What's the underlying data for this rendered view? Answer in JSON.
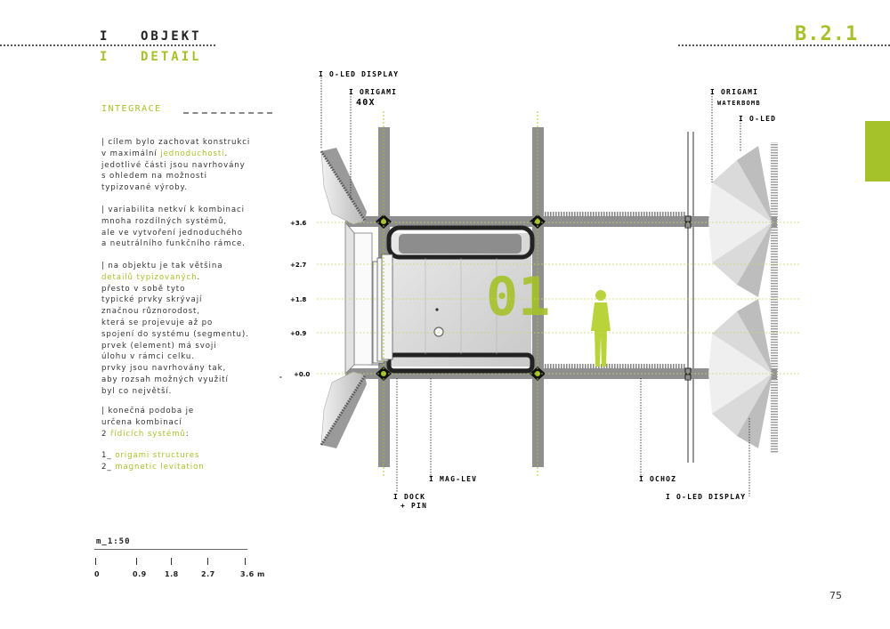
{
  "header": {
    "line1_marker": "I",
    "line1_title": "OBJEKT",
    "line2_marker": "I",
    "line2_title": "DETAIL",
    "page_code": "B.2.1"
  },
  "section_title": "INTEGRACE",
  "paragraphs": [
    {
      "lines": [
        [
          {
            "t": "| cílem bylo zachovat konstrukci"
          }
        ],
        [
          {
            "t": "v maximální "
          },
          {
            "t": "jednoduchosti",
            "hl": true
          },
          {
            "t": "."
          }
        ],
        [
          {
            "t": "jedotlivé části jsou navrhovány"
          }
        ],
        [
          {
            "t": "s ohledem na možnosti"
          }
        ],
        [
          {
            "t": "typizované výroby."
          }
        ]
      ]
    },
    {
      "lines": [
        [
          {
            "t": "| variabilita netkví k kombinaci"
          }
        ],
        [
          {
            "t": "mnoha rozdílných systémů,"
          }
        ],
        [
          {
            "t": "ale ve vytvoření jednoduchého"
          }
        ],
        [
          {
            "t": "a neutrálního funkčního rámce."
          }
        ]
      ]
    },
    {
      "lines": [
        [
          {
            "t": "| na objektu je tak většina"
          }
        ],
        [
          {
            "t": "detailů typizovaných",
            "hl": true
          },
          {
            "t": "."
          }
        ],
        [
          {
            "t": "přesto v sobě tyto"
          }
        ],
        [
          {
            "t": "typické prvky skrývají"
          }
        ],
        [
          {
            "t": "značnou různorodost,"
          }
        ],
        [
          {
            "t": "která se projevuje až po"
          }
        ],
        [
          {
            "t": "spojení do systému (segmentu)."
          }
        ],
        [
          {
            "t": "prvek (element) má svoji"
          }
        ],
        [
          {
            "t": "úlohu v rámci celku."
          }
        ],
        [
          {
            "t": "prvky jsou navrhovány tak,"
          }
        ],
        [
          {
            "t": "aby rozsah možných využití"
          }
        ],
        [
          {
            "t": "byl co největší."
          }
        ]
      ]
    },
    {
      "lines": [
        [
          {
            "t": "| konečná podoba je"
          }
        ],
        [
          {
            "t": "určena kombinací"
          }
        ],
        [
          {
            "t": "2 "
          },
          {
            "t": "řídících systémů",
            "hl": true
          },
          {
            "t": ":"
          }
        ]
      ]
    },
    {
      "lines": [
        [
          {
            "t": "1_ "
          },
          {
            "t": "origami structures",
            "hl": true
          }
        ],
        [
          {
            "t": "2_ "
          },
          {
            "t": "magnetic levitation",
            "hl": true
          }
        ]
      ]
    }
  ],
  "scale": {
    "title": "m_1:50",
    "ticks": [
      "0",
      "0.9",
      "1.8",
      "2.7",
      "3.6 m"
    ]
  },
  "page_number": "75",
  "drawing": {
    "levels": [
      "+3.6",
      "+2.7",
      "+1.8",
      "+0.9",
      "+0.0"
    ],
    "level_dash": "-",
    "module_number": "01",
    "labels": {
      "oled_top_left": "I O-LED DISPLAY",
      "origami_40x_1": "I ORIGAMI",
      "origami_40x_2": "40X",
      "origami_waterbomb_1": "I ORIGAMI",
      "origami_waterbomb_2": "WATERBOMB",
      "oled_right": "I O-LED",
      "dock_1": "I DOCK",
      "dock_2": "+ PIN",
      "maglev": "I MAG-LEV",
      "ochoz": "I OCHOZ",
      "oled_bottom_right": "I O-LED DISPLAY"
    }
  },
  "colors": {
    "accent": "#a6c22a",
    "structure": "#8a8a8a",
    "dark": "#222222"
  }
}
